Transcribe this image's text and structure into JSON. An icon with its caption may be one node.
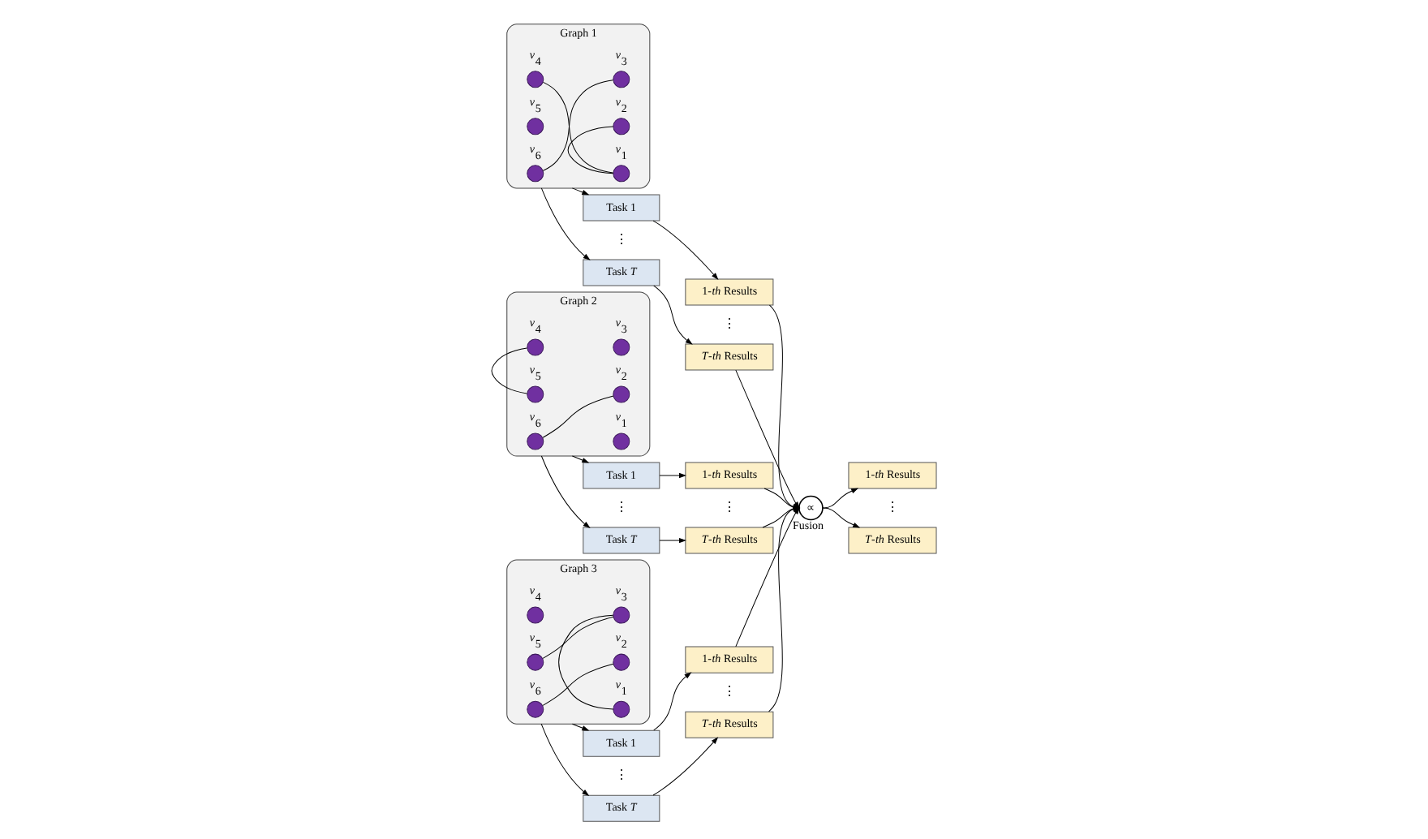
{
  "diagram": {
    "nodes": [
      {
        "text": [
          "Graph 1"
        ]
      },
      {
        "text": [],
        "shape": "circle",
        "in": 0,
        "beside": [
          "*v*$_{6}$"
        ]
      },
      {
        "text": [],
        "shape": "circle",
        "in": 0,
        "beside": [
          "*v*$_{1}$"
        ]
      },
      {
        "text": [],
        "shape": "circle",
        "in": 0,
        "beside": [
          "*v*$_{5}$"
        ]
      },
      {
        "text": [],
        "shape": "circle",
        "in": 0,
        "beside": [
          "*v*$_{2}$"
        ]
      },
      {
        "text": [],
        "shape": "circle",
        "in": 0,
        "beside": [
          "*v*$_{4}$"
        ]
      },
      {
        "text": [],
        "shape": "circle",
        "in": 0,
        "beside": [
          "*v*$_{3}$"
        ]
      },
      {
        "text": [
          "Task 1"
        ]
      },
      {
        "text": [
          "1-*th* Results"
        ]
      },
      {
        "text": [
          "Task *T*"
        ]
      },
      {
        "text": [
          "*T*-*th* Results"
        ]
      },
      {
        "text": [
          "Graph 2"
        ]
      },
      {
        "text": [],
        "shape": "circle",
        "in": 11,
        "beside": [
          "*v*$_{6}$"
        ]
      },
      {
        "text": [],
        "shape": "circle",
        "in": 11,
        "beside": [
          "*v*$_{1}$"
        ]
      },
      {
        "text": [],
        "shape": "circle",
        "in": 11,
        "beside": [
          "*v*$_{5}$"
        ]
      },
      {
        "text": [],
        "shape": "circle",
        "in": 11,
        "beside": [
          "*v*$_{2}$"
        ]
      },
      {
        "text": [],
        "shape": "circle",
        "in": 11,
        "beside": [
          "*v*$_{4}$"
        ]
      },
      {
        "text": [],
        "shape": "circle",
        "in": 11,
        "beside": [
          "*v*$_{3}$"
        ]
      },
      {
        "text": [
          "Task 1"
        ]
      },
      {
        "text": [
          "1-*th* Results"
        ]
      },
      {
        "text": [
          "Task *T*"
        ]
      },
      {
        "text": [
          "*T*-*th* Results"
        ]
      },
      {
        "text": [
          "Graph 3"
        ]
      },
      {
        "text": [],
        "shape": "circle",
        "in": 22,
        "beside": [
          "*v*$_{6}$"
        ]
      },
      {
        "text": [],
        "shape": "circle",
        "in": 22,
        "beside": [
          "*v*$_{1}$"
        ]
      },
      {
        "text": [],
        "shape": "circle",
        "in": 22,
        "beside": [
          "*v*$_{5}$"
        ]
      },
      {
        "text": [],
        "shape": "circle",
        "in": 22,
        "beside": [
          "*v*$_{2}$"
        ]
      },
      {
        "text": [],
        "shape": "circle",
        "in": 22,
        "beside": [
          "*v*$_{4}$"
        ]
      },
      {
        "text": [],
        "shape": "circle",
        "in": 22,
        "beside": [
          "*v*$_{3}$"
        ]
      },
      {
        "text": [
          "Task 1"
        ]
      },
      {
        "text": [
          "1-*th* Results"
        ]
      },
      {
        "text": [
          "Task *T*"
        ]
      },
      {
        "text": [
          "*T*-*th* Results"
        ]
      },
      {
        "text": [
          "∝"
        ],
        "beside": [
          "Fusion"
        ]
      },
      {
        "text": [
          "1-*th* Results"
        ]
      },
      {
        "text": [
          "*T*-*th* Results"
        ]
      }
    ],
    "edges": [
      {
        "from": 1,
        "to": 6,
        "arrow": "none"
      },
      {
        "from": 2,
        "to": 5,
        "arrow": "none"
      },
      {
        "from": 2,
        "to": 4,
        "arrow": "none"
      },
      {
        "from": 0,
        "to": 7,
        "arrow": "to"
      },
      {
        "from": 0,
        "to": 9,
        "arrow": "to"
      },
      {
        "from": 7,
        "to": 8,
        "arrow": "to"
      },
      {
        "from": 9,
        "to": 10,
        "arrow": "to"
      },
      {
        "from": 12,
        "to": 15,
        "arrow": "none"
      },
      {
        "from": 14,
        "to": 16,
        "arrow": "none"
      },
      {
        "from": 11,
        "to": 18,
        "arrow": "to"
      },
      {
        "from": 11,
        "to": 20,
        "arrow": "to"
      },
      {
        "from": 18,
        "to": 19,
        "arrow": "to"
      },
      {
        "from": 20,
        "to": 21,
        "arrow": "to"
      },
      {
        "from": 23,
        "to": 26,
        "arrow": "none"
      },
      {
        "from": 24,
        "to": 28,
        "arrow": "none"
      },
      {
        "from": 25,
        "to": 28,
        "arrow": "none"
      },
      {
        "from": 22,
        "to": 29,
        "arrow": "to"
      },
      {
        "from": 22,
        "to": 31,
        "arrow": "to"
      },
      {
        "from": 29,
        "to": 30,
        "arrow": "to"
      },
      {
        "from": 31,
        "to": 32,
        "arrow": "to"
      },
      {
        "from": 8,
        "to": 33,
        "arrow": "to"
      },
      {
        "from": 10,
        "to": 33,
        "arrow": "to"
      },
      {
        "from": 19,
        "to": 33,
        "arrow": "to"
      },
      {
        "from": 21,
        "to": 33,
        "arrow": "to"
      },
      {
        "from": 30,
        "to": 33,
        "arrow": "to"
      },
      {
        "from": 32,
        "to": 33,
        "arrow": "to"
      },
      {
        "from": 33,
        "to": 34,
        "arrow": "to"
      },
      {
        "from": 33,
        "to": 35,
        "arrow": "to"
      }
    ],
    "labels": [
      "⋮",
      "⋮",
      "⋮",
      "⋮",
      "⋮",
      "⋮",
      "⋮"
    ]
  }
}
